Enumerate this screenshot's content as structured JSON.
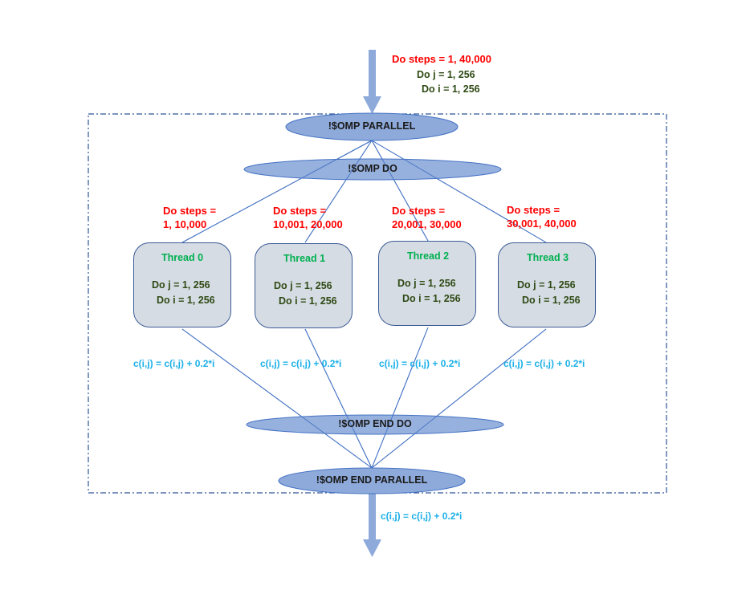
{
  "colors": {
    "flow_arrow": "#8eaadb",
    "ellipse_fill": "#8eaadb",
    "ellipse_stroke": "#4472c4",
    "connector_line": "#4472c4",
    "dashed_border": "#2f5597",
    "thread_box_fill": "#d6dce4",
    "thread_box_stroke": "#3a5a96",
    "step_range_text": "#ff0000",
    "loop_text": "#2e4a14",
    "thread_title_text": "#00b050",
    "statement_text": "#1cb0e8"
  },
  "top": {
    "outer_loop": "Do  steps = 1, 40,000",
    "loop_j": "Do j = 1, 256",
    "loop_i": "Do i = 1, 256"
  },
  "directives": {
    "parallel": "!$OMP PARALLEL",
    "do": "!$OMP DO",
    "end_do": "!$OMP END DO",
    "end_parallel": "!$OMP END PARALLEL"
  },
  "threads": [
    {
      "title": "Thread 0",
      "steps_label": "Do  steps =",
      "steps_range": "1, 10,000",
      "loop_j": "Do j = 1, 256",
      "loop_i": "Do i = 1, 256",
      "statement": "c(i,j) =  c(i,j) + 0.2*i"
    },
    {
      "title": "Thread 1",
      "steps_label": "Do  steps =",
      "steps_range": "10,001, 20,000",
      "loop_j": "Do j = 1, 256",
      "loop_i": "Do i = 1, 256",
      "statement": "c(i,j) =  c(i,j) + 0.2*i"
    },
    {
      "title": "Thread 2",
      "steps_label": "Do  steps =",
      "steps_range": "20,001, 30,000",
      "loop_j": "Do j = 1, 256",
      "loop_i": "Do i = 1, 256",
      "statement": "c(i,j) =  c(i,j) + 0.2*i"
    },
    {
      "title": "Thread 3",
      "steps_label": "Do  steps =",
      "steps_range": "30,001, 40,000",
      "loop_j": "Do j = 1, 256",
      "loop_i": "Do i = 1, 256",
      "statement": "c(i,j) =  c(i,j) + 0.2*i"
    }
  ],
  "bottom": {
    "statement": "c(i,j) =  c(i,j) + 0.2*i"
  }
}
